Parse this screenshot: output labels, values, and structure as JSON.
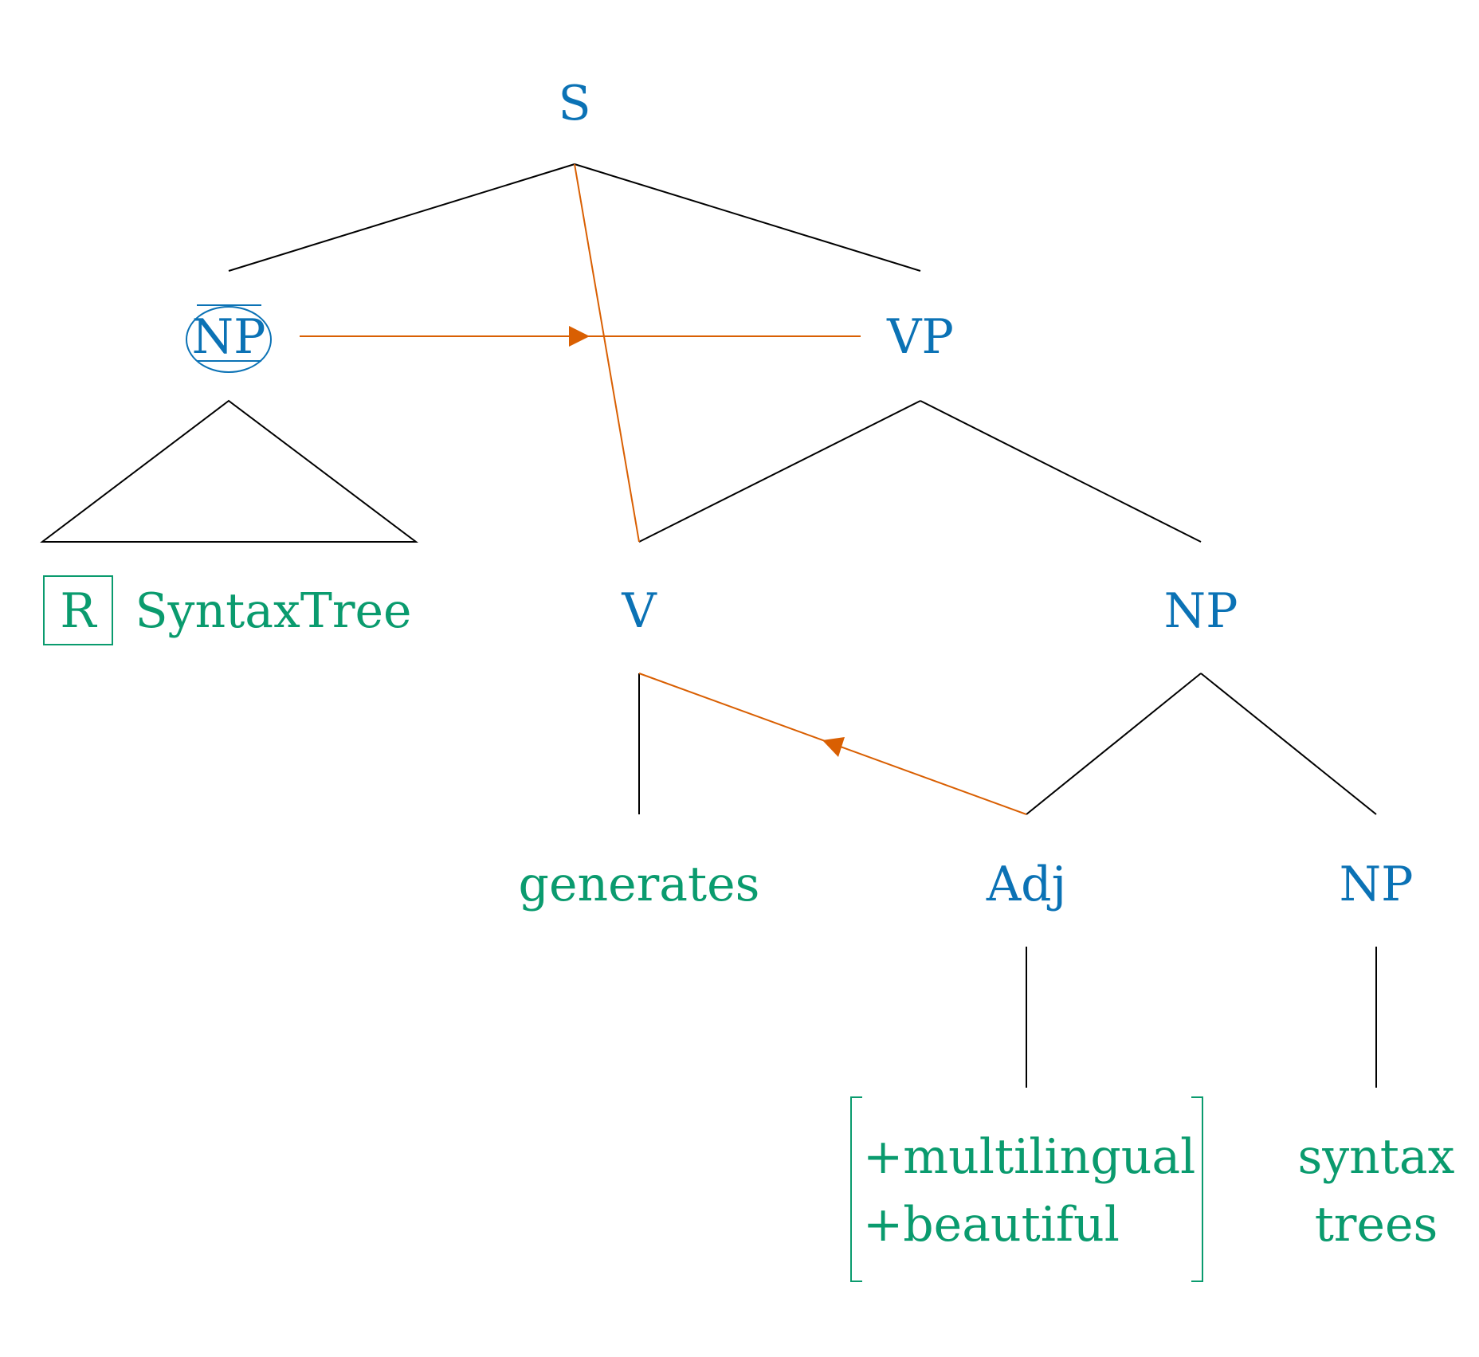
{
  "tree": {
    "root": "S",
    "subject_np": "NP",
    "subject_leaf": "SyntaxTree",
    "subject_box": "R",
    "vp": "VP",
    "verb": "V",
    "verb_leaf": "generates",
    "object_np": "NP",
    "adj": "Adj",
    "adj_features": [
      "+multilingual",
      "+beautiful"
    ],
    "inner_np": "NP",
    "inner_np_leaf": [
      "syntax",
      "trees"
    ]
  },
  "colors": {
    "category": "#0B72B5",
    "leaf": "#0A9B6E",
    "edge": "#000000",
    "movement": "#D95F02"
  }
}
